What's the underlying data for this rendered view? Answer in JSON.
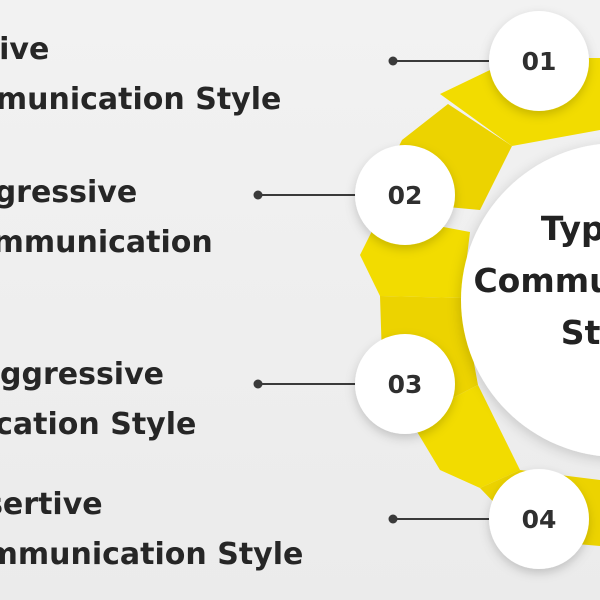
{
  "center": {
    "lines": [
      "Types of",
      "Communication",
      "Styles"
    ]
  },
  "items": [
    {
      "number": "01",
      "lines": [
        "Passive",
        "Communication Style"
      ]
    },
    {
      "number": "02",
      "lines": [
        "Aggressive",
        "Communication"
      ]
    },
    {
      "number": "03",
      "lines": [
        "Passive-Aggressive",
        "Communication Style"
      ]
    },
    {
      "number": "04",
      "lines": [
        "Assertive",
        "Communication Style"
      ]
    }
  ],
  "colors": {
    "accent": "#f2dc00",
    "accent_dark": "#e5cc00",
    "text": "#262626",
    "circle": "#ffffff",
    "connector": "#3a3a3a"
  }
}
